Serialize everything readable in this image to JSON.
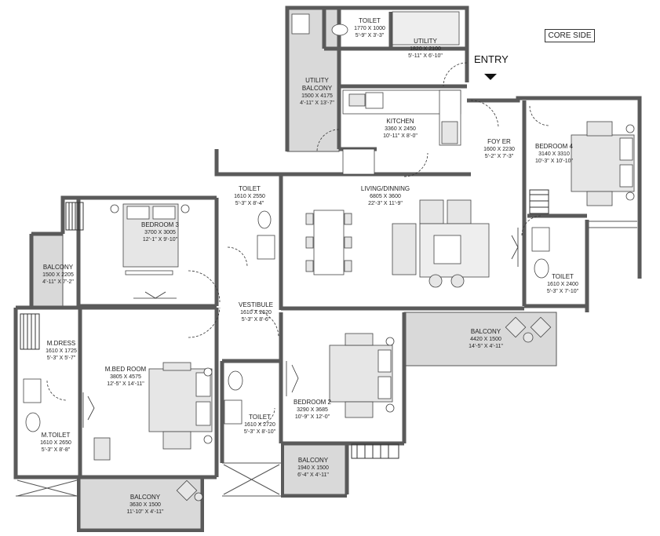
{
  "core_side": "CORE SIDE",
  "entry": "ENTRY",
  "rooms": {
    "toilet_top": {
      "name": "TOILET",
      "dim_mm": "1770 X 1000",
      "dim_ft": "5'-9\" X 3'-3\""
    },
    "utility": {
      "name": "UTILITY",
      "dim_mm": "1820 X 2100",
      "dim_ft": "5'-11\" X 6'-10\""
    },
    "utility_balcony": {
      "name1": "UTILITY",
      "name2": "BALCONY",
      "dim_mm": "1500 X 4175",
      "dim_ft": "4'-11\" X 13'-7\""
    },
    "kitchen": {
      "name": "KITCHEN",
      "dim_mm": "3360 X 2450",
      "dim_ft": "10'-11\" X 8'-0\""
    },
    "foyer": {
      "name": "FOY ER",
      "dim_mm": "1600 X 2230",
      "dim_ft": "5'-2\" X 7'-3\""
    },
    "bedroom4": {
      "name": "BEDROOM 4",
      "dim_mm": "3140 X 3310",
      "dim_ft": "10'-3\" X 10'-10\""
    },
    "toilet_b3": {
      "name": "TOILET",
      "dim_mm": "1610 X 2550",
      "dim_ft": "5'-3\" X 8'-4\""
    },
    "living": {
      "name": "LIVING/DINNING",
      "dim_mm": "6805 X 3600",
      "dim_ft": "22'-3\" X 11'-9\""
    },
    "bedroom3": {
      "name": "BEDROOM 3",
      "dim_mm": "3700 X 3005",
      "dim_ft": "12'-1\" X 9'-10\""
    },
    "balcony_left": {
      "name": "BALCONY",
      "dim_mm": "1500 X 2205",
      "dim_ft": "4'-11\" X 7'-2\""
    },
    "toilet_b4": {
      "name": "TOILET",
      "dim_mm": "1610 X 2400",
      "dim_ft": "5'-3\" X 7'-10\""
    },
    "vestibule": {
      "name": "VESTIBULE",
      "dim_mm": "1610 X 2620",
      "dim_ft": "5'-3\" X 8'-6\""
    },
    "balcony_right": {
      "name": "BALCONY",
      "dim_mm": "4420 X 1500",
      "dim_ft": "14'-5\" X 4'-11\""
    },
    "mdress": {
      "name": "M.DRESS",
      "dim_mm": "1610 X 1725",
      "dim_ft": "5'-3\" X 5'-7\""
    },
    "mbedroom": {
      "name": "M.BED ROOM",
      "dim_mm": "3805 X 4575",
      "dim_ft": "12'-5\" X 14'-11\""
    },
    "bedroom2": {
      "name": "BEDROOM 2",
      "dim_mm": "3290 X 3685",
      "dim_ft": "10'-9\" X 12'-0\""
    },
    "toilet_mid": {
      "name": "TOILET",
      "dim_mm": "1610 X 2720",
      "dim_ft": "5'-3\" X 8'-10\""
    },
    "mtoilet": {
      "name": "M.TOILET",
      "dim_mm": "1610 X 2650",
      "dim_ft": "5'-3\" X 8'-8\""
    },
    "balcony_mid": {
      "name": "BALCONY",
      "dim_mm": "1940 X 1500",
      "dim_ft": "6'-4\" X 4'-11\""
    },
    "balcony_bottom": {
      "name": "BALCONY",
      "dim_mm": "3630 X 1500",
      "dim_ft": "11'-10\" X 4'-11\""
    }
  },
  "colors": {
    "wall": "#5a5a5a",
    "balcony_fill": "#d9d9d9",
    "furniture": "#e6e6e6",
    "line": "#333333"
  }
}
